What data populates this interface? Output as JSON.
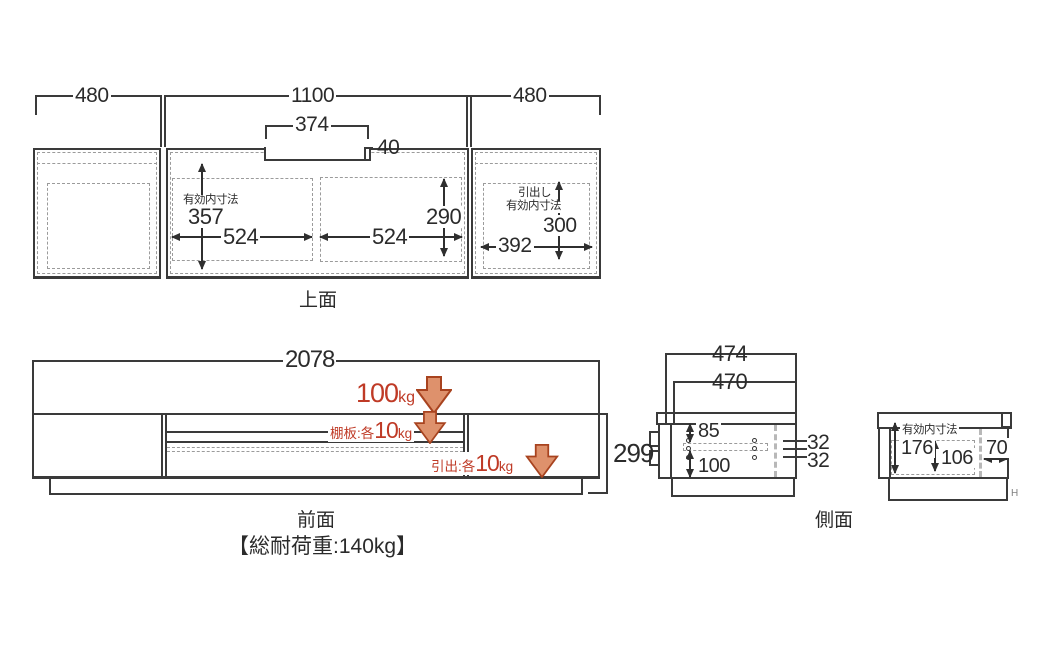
{
  "top_view": {
    "caption": "上面",
    "dim_left_width": "480",
    "dim_center_width": "1100",
    "dim_right_width": "480",
    "dim_notch_width": "374",
    "dim_notch_depth": "40",
    "inner_label": "有効内寸法",
    "dim_inner_depth": "357",
    "dim_left_inner_width": "524",
    "dim_right_inner_width": "524",
    "dim_right_inner_depth": "290",
    "drawer_label_line1": "引出し",
    "drawer_label_line2": "有効内寸法",
    "dim_drawer_inner_depth": "300",
    "dim_drawer_inner_width": "392"
  },
  "front_view": {
    "caption": "前面",
    "dim_total_width": "2078",
    "dim_height": "299",
    "top_load_value": "100",
    "top_load_unit": "kg",
    "shelf_load_prefix": "棚板:各",
    "shelf_load_value": "10",
    "shelf_load_unit": "kg",
    "drawer_load_prefix": "引出:各",
    "drawer_load_value": "10",
    "drawer_load_unit": "kg",
    "total_load_note": "【総耐荷重:140kg】"
  },
  "side_view": {
    "caption": "側面",
    "dim_outer_depth": "474",
    "dim_top_depth": "470",
    "dim_hole_top_offset": "85",
    "dim_hole_bottom_offset": "100",
    "dim_hole_pitch_a": "32",
    "dim_hole_pitch_b": "32",
    "inner_label": "有効内寸法",
    "dim_inner_height": "176",
    "dim_drawer_inner_height": "106",
    "dim_top_back_width": "70",
    "corner_mark": "H"
  },
  "colors": {
    "line": "#3a3a3a",
    "dash": "#9b9b9b",
    "red": "#bf3a26",
    "arrow_fill": "#de916c",
    "arrow_stroke": "#a8431f"
  }
}
